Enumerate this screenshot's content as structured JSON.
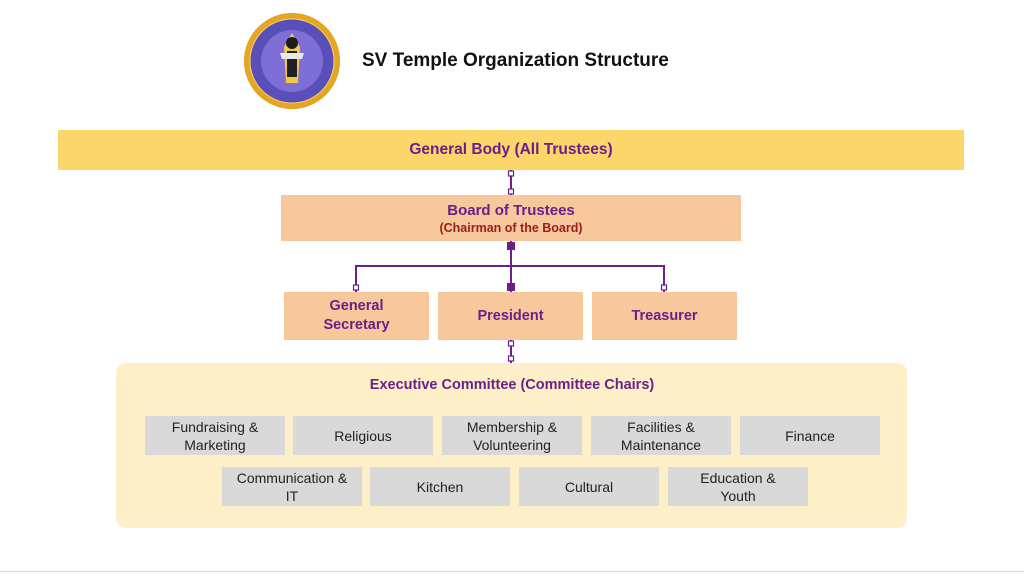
{
  "page_title": "SV Temple Organization Structure",
  "logo": {
    "alt": "SV Temple seal"
  },
  "general_body": {
    "label": "General Body (All Trustees)"
  },
  "board": {
    "title": "Board of Trustees",
    "subtitle": "(Chairman of the Board)"
  },
  "officers": [
    {
      "label": "General\nSecretary"
    },
    {
      "label": "President"
    },
    {
      "label": "Treasurer"
    }
  ],
  "executive_committee": {
    "title": "Executive Committee (Committee Chairs)",
    "committees_row1": [
      "Fundraising &\nMarketing",
      "Religious",
      "Membership &\nVolunteering",
      "Facilities &\nMaintenance",
      "Finance"
    ],
    "committees_row2": [
      "Communication &\nIT",
      "Kitchen",
      "Cultural",
      "Education &\nYouth"
    ]
  },
  "colors": {
    "general_body_fill": "#fad66b",
    "board_fill": "#f7c89b",
    "panel_fill": "#fdf0c9",
    "committee_fill": "#d9d9d9",
    "accent_purple": "#6a1f8a",
    "accent_red": "#9c1b1b"
  }
}
